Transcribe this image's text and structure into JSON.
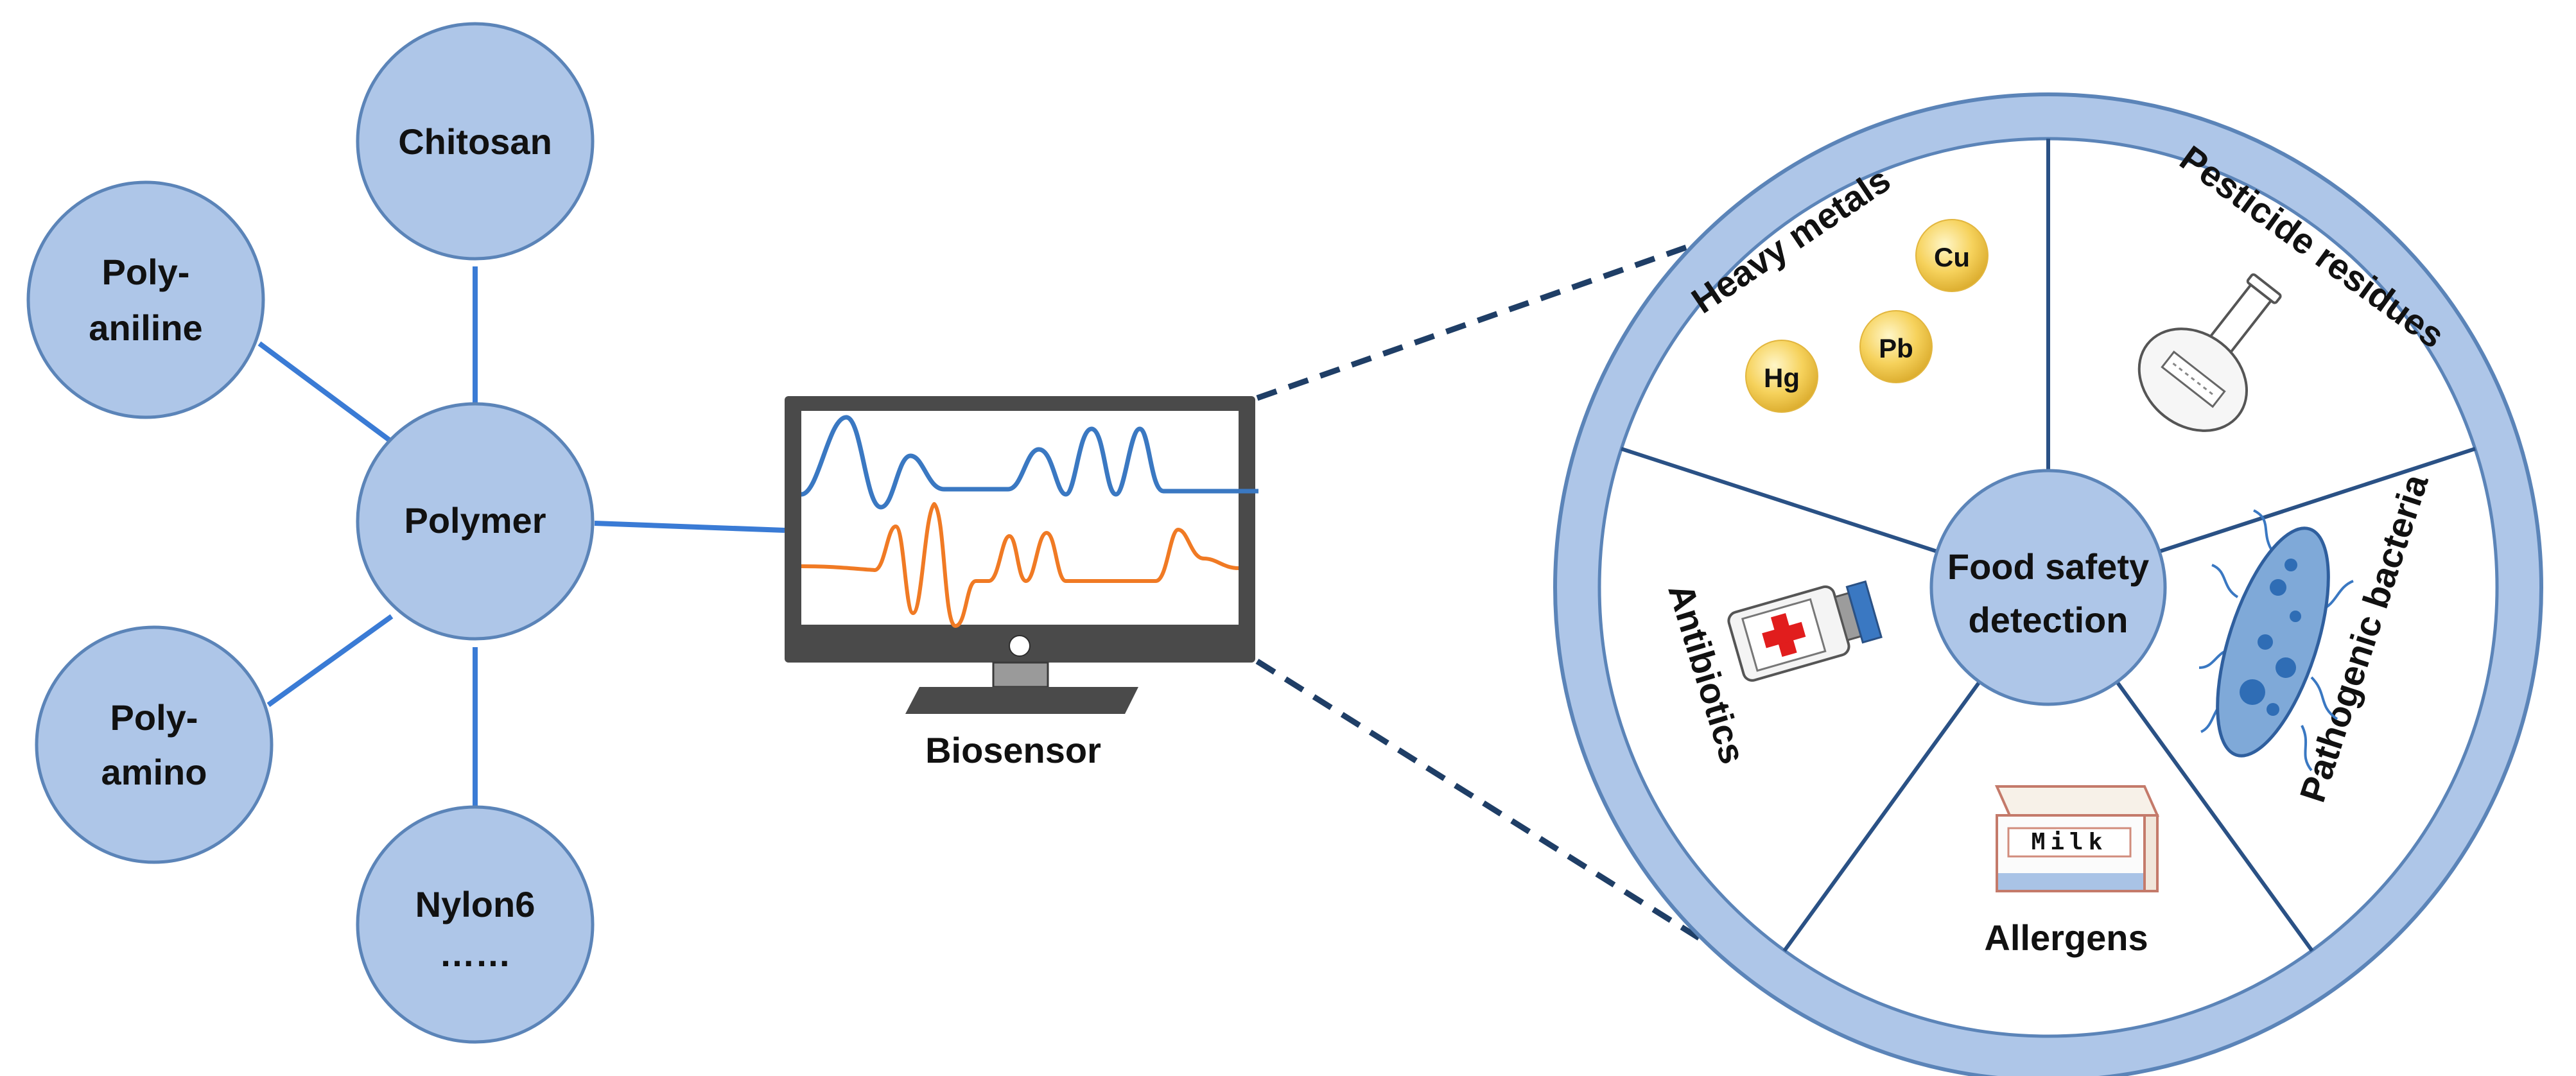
{
  "colors": {
    "node_fill": "#aec6e8",
    "node_stroke": "#5b84b8",
    "link": "#3a7bd5",
    "dash": "#1f3e66",
    "screen_frame": "#4a4a4a",
    "wave_blue": "#3a78c2",
    "wave_orange": "#f07a24",
    "coin": "#f4cf55",
    "text": "#111111"
  },
  "polymers": {
    "center": "Polymer",
    "nodes": [
      {
        "id": "chitosan",
        "lines": [
          "Chitosan"
        ]
      },
      {
        "id": "polyaniline",
        "lines": [
          "Poly-",
          "aniline"
        ]
      },
      {
        "id": "polyamino",
        "lines": [
          "Poly-",
          "amino"
        ]
      },
      {
        "id": "nylon6",
        "lines": [
          "Nylon6",
          "……"
        ]
      }
    ]
  },
  "biosensor": {
    "label": "Biosensor"
  },
  "food_safety": {
    "center_lines": [
      "Food safety",
      "detection"
    ],
    "sectors": [
      {
        "id": "heavy-metals",
        "label": "Heavy metals",
        "icon": "metal-ions-icon",
        "ions": [
          "Cu",
          "Pb",
          "Hg"
        ]
      },
      {
        "id": "pesticide-residues",
        "label": "Pesticide residues",
        "icon": "flask-icon"
      },
      {
        "id": "pathogenic-bacteria",
        "label": "Pathogenic bacteria",
        "icon": "bacterium-icon"
      },
      {
        "id": "allergens",
        "label": "Allergens",
        "icon": "milk-carton-icon",
        "carton_text": "Milk"
      },
      {
        "id": "antibiotics",
        "label": "Antibiotics",
        "icon": "medicine-bottle-icon"
      }
    ]
  }
}
